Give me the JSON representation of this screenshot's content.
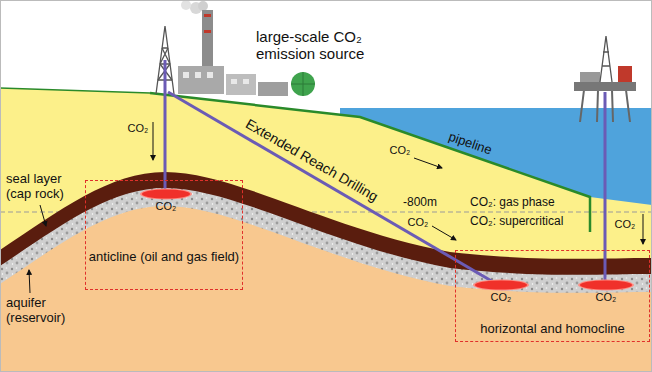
{
  "diagram": {
    "nodes": [
      {
        "text": [
          "anticline (oil and gas field)"
        ]
      },
      {
        "text": [
          "CO₂"
        ],
        "in": 0
      },
      {
        "text": [
          "horizontal and homocline"
        ]
      },
      {
        "text": [
          "CO₂"
        ],
        "in": 2
      },
      {
        "text": [
          "CO₂"
        ],
        "in": 2
      }
    ],
    "labels": [
      "large-scale CO₂ emission source",
      "seal layer (cap rock)",
      "aquifer (reservoir)",
      "CO₂",
      "pipeline",
      "CO₂",
      "Extended Reach Drilling",
      "CO₂",
      "-800m",
      "CO₂: gas phase",
      "CO₂: supercritical",
      "CO₂"
    ]
  }
}
